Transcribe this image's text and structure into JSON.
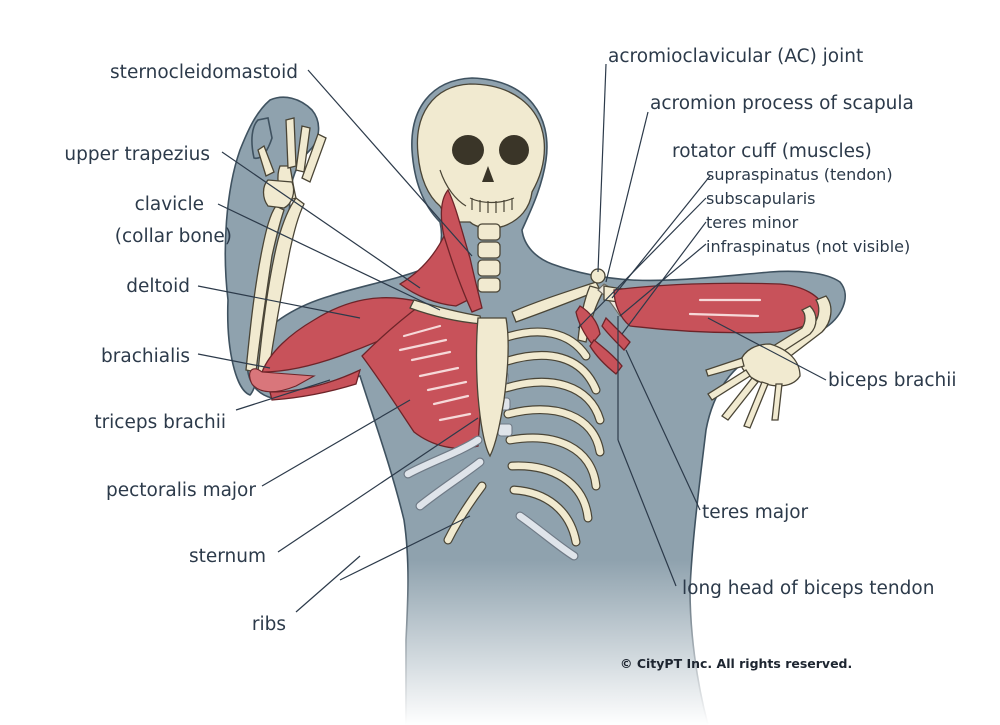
{
  "labels": {
    "sternocleidomastoid": "sternocleidomastoid",
    "upper_trapezius": "upper trapezius",
    "clavicle": "clavicle",
    "collar_bone": "(collar bone)",
    "deltoid": "deltoid",
    "brachialis": "brachialis",
    "triceps_brachii": "triceps brachii",
    "pectoralis_major": "pectoralis major",
    "sternum": "sternum",
    "ribs": "ribs",
    "ac_joint": "acromioclavicular (AC) joint",
    "acromion": "acromion process of scapula",
    "rotator_cuff": "rotator cuff (muscles)",
    "supraspinatus": "supraspinatus (tendon)",
    "subscapularis": "subscapularis",
    "teres_minor": "teres minor",
    "infraspinatus": "infraspinatus (not visible)",
    "biceps_brachii": "biceps brachii",
    "teres_major": "teres major",
    "long_head_biceps": "long head of biceps tendon"
  },
  "copyright": "© CityPT Inc. All rights reserved.",
  "colors": {
    "skin": "#8fa2ae",
    "bone": "#f1ead0",
    "muscle": "#c8525a",
    "text": "#2c3a4a"
  }
}
